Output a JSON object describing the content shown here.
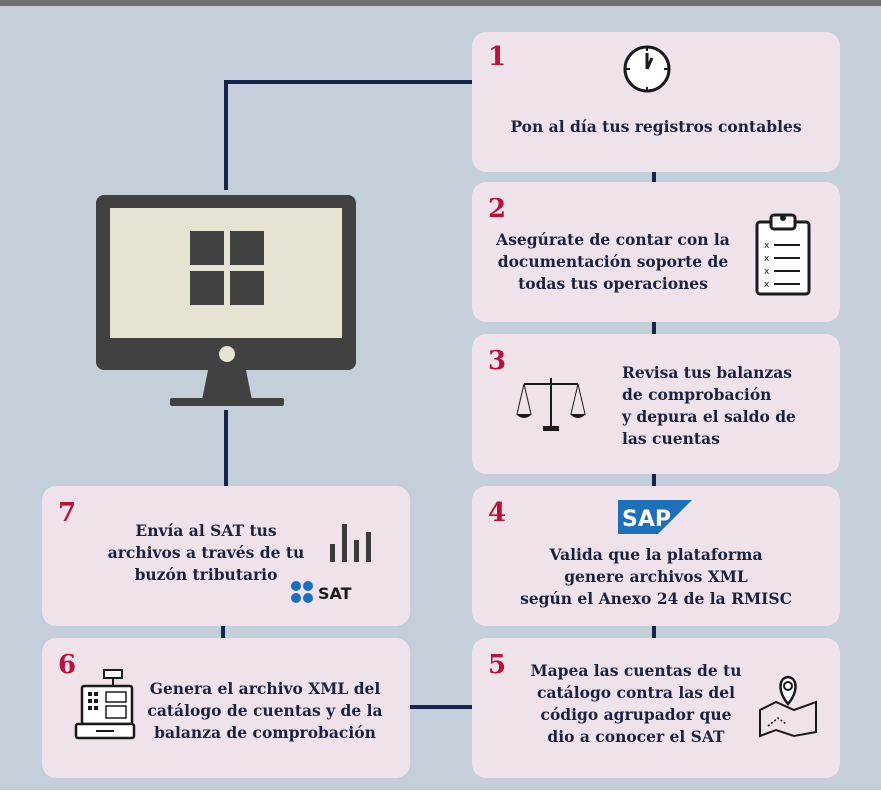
{
  "colors": {
    "background": "#c5cedb",
    "card": "#f0e2ea",
    "number": "#b5123c",
    "text": "#1a2240",
    "connector": "#17254a",
    "monitor": "#414141",
    "screen": "#e6e3d3"
  },
  "steps": [
    {
      "number": "1",
      "lines": [
        "Pon al día tus registros contables"
      ],
      "icon": "clock-icon"
    },
    {
      "number": "2",
      "lines": [
        "Asegúrate de contar con la",
        "documentación soporte de",
        "todas tus operaciones"
      ],
      "icon": "clipboard-icon"
    },
    {
      "number": "3",
      "lines": [
        "Revisa tus balanzas",
        "de comprobación",
        "y depura el saldo de",
        "las cuentas"
      ],
      "icon": "scale-icon"
    },
    {
      "number": "4",
      "lines": [
        "Valida que la plataforma",
        "genere archivos XML",
        "según el Anexo 24 de la RMISC"
      ],
      "icon": "sap-logo",
      "logo_text": "SAP"
    },
    {
      "number": "5",
      "lines": [
        "Mapea las cuentas de tu",
        "catálogo contra las del",
        "código agrupador que",
        "dio a conocer el SAT"
      ],
      "icon": "map-pin-icon"
    },
    {
      "number": "6",
      "lines": [
        "Genera el archivo XML del",
        "catálogo de cuentas y de la",
        "balanza de comprobación"
      ],
      "icon": "cash-register-icon"
    },
    {
      "number": "7",
      "lines": [
        "Envía al SAT tus",
        "archivos a través de tu",
        "buzón tributario"
      ],
      "icon": "bar-chart-icon",
      "logo_text": "SAT"
    }
  ]
}
